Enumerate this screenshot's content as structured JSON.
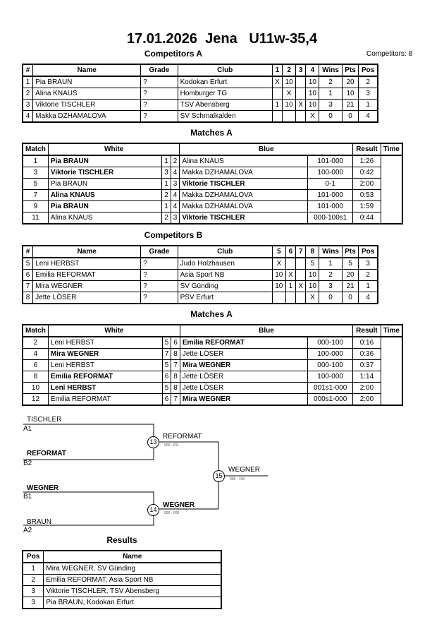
{
  "title": "17.01.2026  Jena   U11w-35,4",
  "competitors_count": "Competitors: 8",
  "compA": {
    "heading": "Competitors A",
    "headers": [
      "#",
      "Name",
      "Grade",
      "Club",
      "1",
      "2",
      "3",
      "4",
      "Wins",
      "Pts",
      "Pos"
    ],
    "rows": [
      [
        "1",
        "Pia BRAUN",
        "?",
        "Kodokan Erfurt",
        "X",
        "10",
        "",
        "10",
        "2",
        "20",
        "2"
      ],
      [
        "2",
        "Alina KNAUS",
        "?",
        "Homburger TG",
        "",
        "X",
        "",
        "10",
        "1",
        "10",
        "3"
      ],
      [
        "3",
        "Viktorie TISCHLER",
        "?",
        "TSV Abensberg",
        "1",
        "10",
        "X",
        "10",
        "3",
        "21",
        "1"
      ],
      [
        "4",
        "Makka DZHAMALOVA",
        "?",
        "SV Schmalkalden",
        "",
        "",
        "",
        "X",
        "0",
        "0",
        "4"
      ]
    ]
  },
  "matchesA": {
    "heading": "Matches A",
    "headers": [
      "Match",
      "White",
      "Blue",
      "Result",
      "Time"
    ],
    "rows": [
      [
        "1",
        "Pia BRAUN",
        "1",
        "2",
        "Alina KNAUS",
        "101-000",
        "1:26",
        "w"
      ],
      [
        "3",
        "Viktorie TISCHLER",
        "3",
        "4",
        "Makka DZHAMALOVA",
        "100-000",
        "0:42",
        "w"
      ],
      [
        "5",
        "Pia BRAUN",
        "1",
        "3",
        "Viktorie TISCHLER",
        "0-1",
        "2:00",
        "b"
      ],
      [
        "7",
        "Alina KNAUS",
        "2",
        "4",
        "Makka DZHAMALOVA",
        "101-000",
        "0:53",
        "w"
      ],
      [
        "9",
        "Pia BRAUN",
        "1",
        "4",
        "Makka DZHAMALOVA",
        "101-000",
        "1:59",
        "w"
      ],
      [
        "11",
        "Alina KNAUS",
        "2",
        "3",
        "Viktorie TISCHLER",
        "000-100s1",
        "0:44",
        "b"
      ]
    ]
  },
  "compB": {
    "heading": "Competitors B",
    "headers": [
      "#",
      "Name",
      "Grade",
      "Club",
      "5",
      "6",
      "7",
      "8",
      "Wins",
      "Pts",
      "Pos"
    ],
    "rows": [
      [
        "5",
        "Leni HERBST",
        "?",
        "Judo Holzhausen",
        "X",
        "",
        "",
        "5",
        "1",
        "5",
        "3"
      ],
      [
        "6",
        "Emilia REFORMAT",
        "?",
        "Asia Sport NB",
        "10",
        "X",
        "",
        "10",
        "2",
        "20",
        "2"
      ],
      [
        "7",
        "Mira WEGNER",
        "?",
        "SV Günding",
        "10",
        "1",
        "X",
        "10",
        "3",
        "21",
        "1"
      ],
      [
        "8",
        "Jette LÖSER",
        "?",
        "PSV Erfurt",
        "",
        "",
        "",
        "X",
        "0",
        "0",
        "4"
      ]
    ]
  },
  "matchesB": {
    "heading": "Matches A",
    "headers": [
      "Match",
      "White",
      "Blue",
      "Result",
      "Time"
    ],
    "rows": [
      [
        "2",
        "Leni HERBST",
        "5",
        "6",
        "Emilia REFORMAT",
        "000-100",
        "0:16",
        "b"
      ],
      [
        "4",
        "Mira WEGNER",
        "7",
        "8",
        "Jette LÖSER",
        "100-000",
        "0:36",
        "w"
      ],
      [
        "6",
        "Leni HERBST",
        "5",
        "7",
        "Mira WEGNER",
        "000-100",
        "0:37",
        "b"
      ],
      [
        "8",
        "Emilia REFORMAT",
        "6",
        "8",
        "Jette LÖSER",
        "100-000",
        "1:14",
        "w"
      ],
      [
        "10",
        "Leni HERBST",
        "5",
        "8",
        "Jette LÖSER",
        "001s1-000",
        "2:00",
        "w"
      ],
      [
        "12",
        "Emilia REFORMAT",
        "6",
        "7",
        "Mira WEGNER",
        "000s1-000",
        "2:00",
        "b"
      ]
    ]
  },
  "bracket": {
    "sf1_top_name": "TISCHLER",
    "sf1_top_seed": "A1",
    "sf1_bot_name": "REFORMAT",
    "sf1_bot_seed": "B2",
    "sf1_no": "13",
    "sf1_winner": "REFORMAT",
    "sf1_score": "000 - 011",
    "sf2_top_name": "WEGNER",
    "sf2_top_seed": "B1",
    "sf2_bot_name": "BRAUN",
    "sf2_bot_seed": "A2",
    "sf2_no": "14",
    "sf2_winner": "WEGNER",
    "sf2_score": "000 - 000",
    "final_no": "15",
    "final_winner": "WEGNER",
    "final_score": "000 - 100"
  },
  "results": {
    "heading": "Results",
    "headers": [
      "Pos",
      "Name"
    ],
    "rows": [
      [
        "1",
        "Mira WEGNER, SV Günding"
      ],
      [
        "2",
        "Emilia REFORMAT, Asia Sport NB"
      ],
      [
        "3",
        "Viktorie TISCHLER, TSV Abensberg"
      ],
      [
        "3",
        "Pia BRAUN, Kodokan Erfurt"
      ]
    ]
  }
}
